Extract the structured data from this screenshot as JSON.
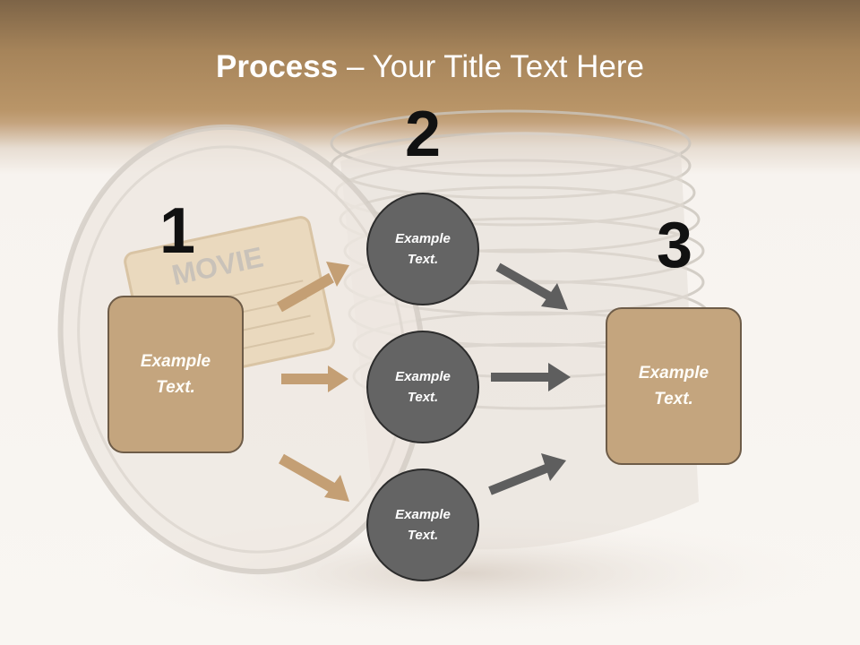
{
  "title": {
    "bold": "Process",
    "rest": " – Your Title Text Here"
  },
  "steps": {
    "n1": "1",
    "n2": "2",
    "n3": "3"
  },
  "left_box": {
    "text": "Example Text."
  },
  "circles": [
    {
      "text": "Example Text."
    },
    {
      "text": "Example Text."
    },
    {
      "text": "Example Text."
    }
  ],
  "right_box": {
    "text": "Example Text."
  },
  "colors": {
    "box_fill": "#c4a57e",
    "circle_fill": "#646464",
    "tan_arrow": "#c49f74",
    "dark_arrow": "#5e5e5e",
    "header": "#a6845a"
  }
}
